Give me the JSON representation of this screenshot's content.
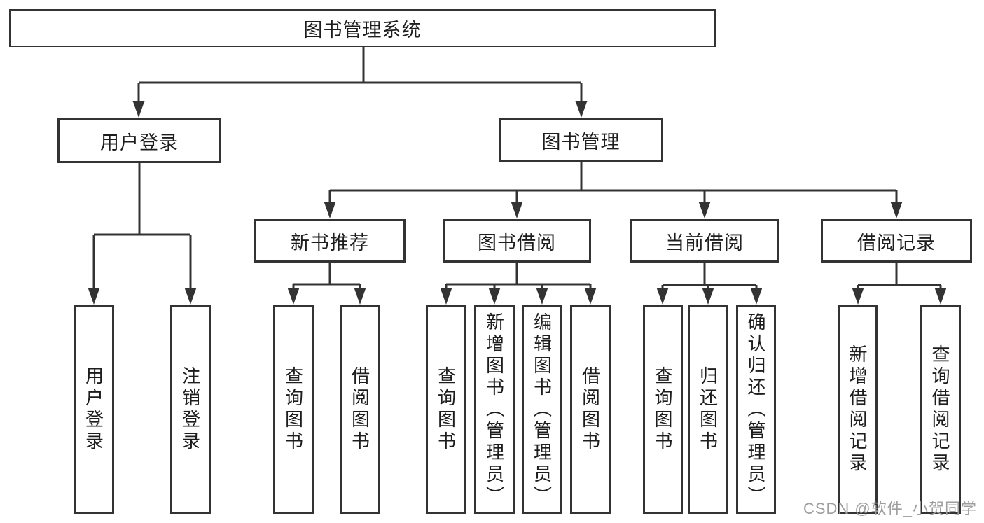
{
  "colors": {
    "background": "#ffffff",
    "line": "#333333",
    "box_border": "#333333",
    "text": "#1d1d1d",
    "watermark": "#9e9e9e"
  },
  "diagram_type": "hierarchy-tree",
  "tree": {
    "label": "图书管理系统",
    "children": [
      {
        "label": "用户登录",
        "children": [
          {
            "label": "用户登录"
          },
          {
            "label": "注销登录"
          }
        ]
      },
      {
        "label": "图书管理",
        "children": [
          {
            "label": "新书推荐",
            "children": [
              {
                "label": "查询图书"
              },
              {
                "label": "借阅图书"
              }
            ]
          },
          {
            "label": "图书借阅",
            "children": [
              {
                "label": "查询图书"
              },
              {
                "label": "新增图书（管理员）"
              },
              {
                "label": "编辑图书（管理员）"
              },
              {
                "label": "借阅图书"
              }
            ]
          },
          {
            "label": "当前借阅",
            "children": [
              {
                "label": "查询图书"
              },
              {
                "label": "归还图书"
              },
              {
                "label": "确认归还（管理员）"
              }
            ]
          },
          {
            "label": "借阅记录",
            "children": [
              {
                "label": "新增借阅记录"
              },
              {
                "label": "查询借阅记录"
              }
            ]
          }
        ]
      }
    ]
  },
  "watermark": "CSDN @软件_小贺同学"
}
